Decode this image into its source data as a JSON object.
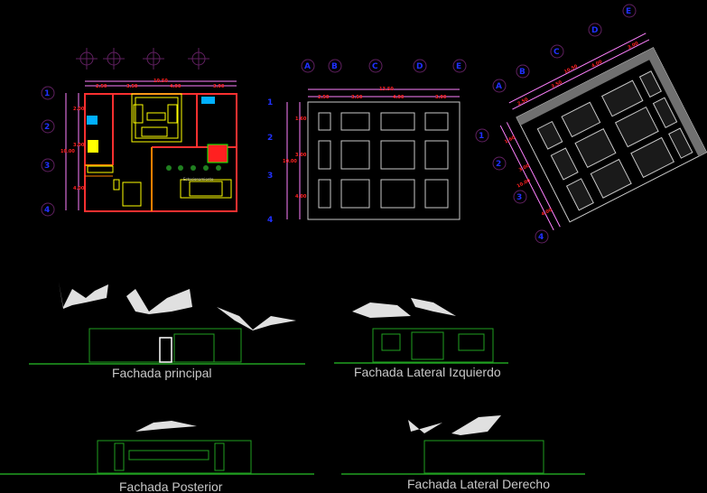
{
  "drawing": {
    "grid_letters": [
      "A",
      "B",
      "C",
      "D",
      "E"
    ],
    "grid_numbers": [
      "1",
      "2",
      "3",
      "4"
    ],
    "plan": {
      "total_width": "10.50",
      "segments": [
        "2.50",
        "3.50",
        "4.00",
        "3.00"
      ],
      "total_depth": "10.00",
      "depth_segments": [
        "2.00",
        "3.00",
        "4.00"
      ],
      "garage_label": "Estacionamiento"
    },
    "structure": {
      "total_width": "13.50",
      "segments": [
        "2.50",
        "3.50",
        "4.00",
        "3.00"
      ],
      "total_depth": "10.00",
      "depth_segments": [
        "1.60",
        "3.00",
        "4.00"
      ]
    },
    "isometric": {
      "total_width": "10.50",
      "segments": [
        "2.50",
        "3.50",
        "4.00",
        "3.00"
      ],
      "total_depth": "10.00",
      "depth_segments": [
        "1.60",
        "3.00",
        "4.00"
      ]
    },
    "elevations": {
      "front": "Fachada principal",
      "left": "Fachada Lateral Izquierdo",
      "rear": "Fachada Posterior",
      "right": "Fachada Lateral Derecho"
    },
    "colors": {
      "wall": "#ff3030",
      "dimension": "#ff80ff",
      "grid": "#2030ff",
      "furniture": "#ffff00",
      "elevation": "#20a020"
    }
  }
}
